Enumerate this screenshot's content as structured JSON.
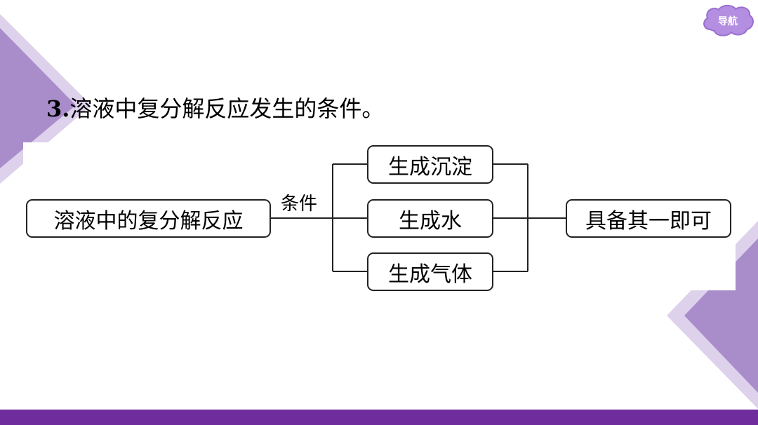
{
  "nav": {
    "label": "导航"
  },
  "title": {
    "number": "3.",
    "text": "溶液中复分解反应发生的条件。"
  },
  "diagram": {
    "source": "溶液中的复分解反应",
    "connector_label": "条件",
    "conditions": [
      "生成沉淀",
      "生成水",
      "生成气体"
    ],
    "result": "具备其一即可"
  },
  "colors": {
    "accent": "#6e2c9c",
    "deco_light": "#c5b2dc",
    "deco_mid": "#a58ac8",
    "nav_fill": "#b48ee0"
  }
}
